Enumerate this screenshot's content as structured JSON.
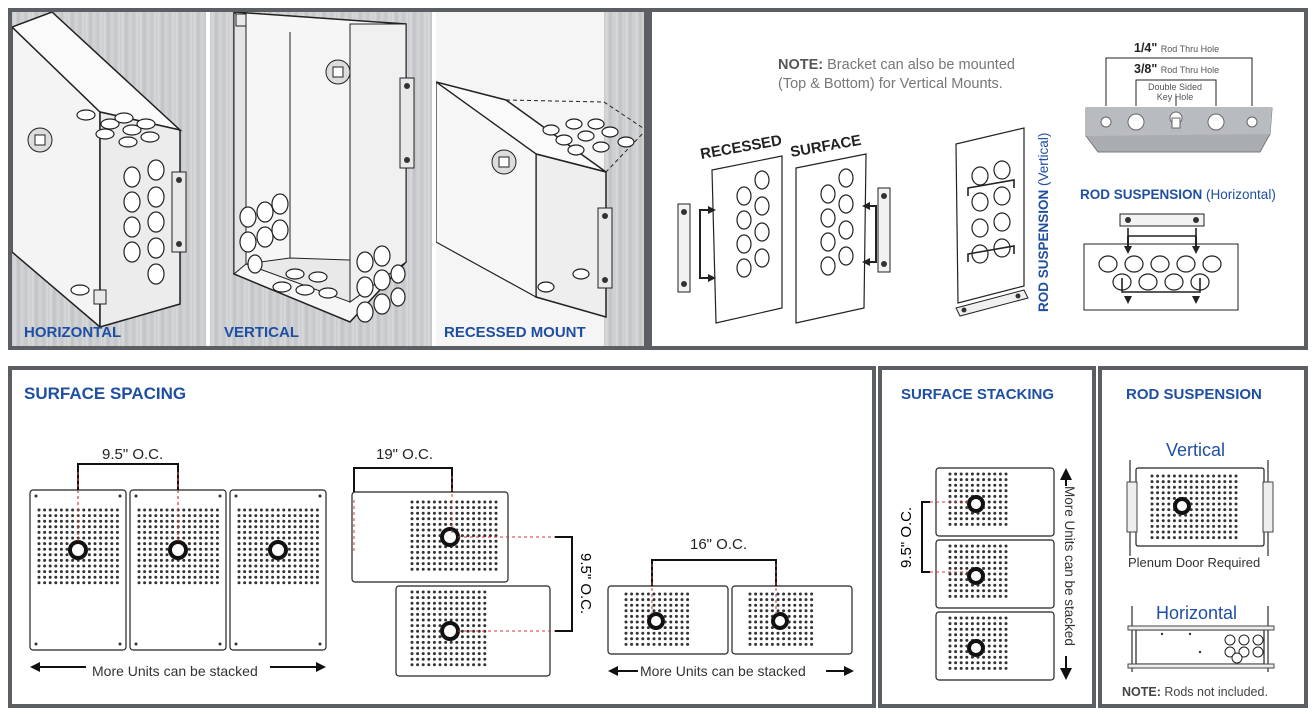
{
  "top": {
    "photo1_label": "HORIZONTAL",
    "photo2_label": "VERTICAL",
    "photo3_label": "RECESSED MOUNT",
    "note_bold": "NOTE:",
    "note_line1": "Bracket can also be mounted",
    "note_line2": "(Top & Bottom) for Vertical Mounts.",
    "recessed": "RECESSED",
    "surface": "SURFACE",
    "rod_vertical_bold": "ROD SUSPENSION",
    "rod_vertical_light": "(Vertical)",
    "rod_horizontal_bold": "ROD SUSPENSION",
    "rod_horizontal_light": "(Horizontal)",
    "hole_quarter_size": "1/4\"",
    "hole_quarter_text": "Rod  Thru Hole",
    "hole_threeeighths_size": "3/8\"",
    "hole_threeeighths_text": "Rod  Thru Hole",
    "keyhole_line1": "Double Sided",
    "keyhole_line2": "Key Hole"
  },
  "spacing": {
    "title": "SURFACE SPACING",
    "oc_95": "9.5\" O.C.",
    "oc_19": "19\" O.C.",
    "oc_95_vertical": "9.5\" O.C.",
    "oc_16": "16\" O.C.",
    "stack_text_1": "More Units can be stacked",
    "stack_text_2": "More Units can be stacked"
  },
  "stacking": {
    "title": "SURFACE STACKING",
    "oc": "9.5\" O.C.",
    "stack_text": "More Units can be stacked"
  },
  "rod": {
    "title": "ROD SUSPENSION",
    "vertical": "Vertical",
    "plenum": "Plenum Door Required",
    "horizontal": "Horizontal",
    "note_bold": "NOTE:",
    "note_text": "Rods not included."
  },
  "colors": {
    "accent_blue": "#1f4fa3",
    "frame_gray": "#5b5e63",
    "dim_red": "#d43a3a"
  }
}
